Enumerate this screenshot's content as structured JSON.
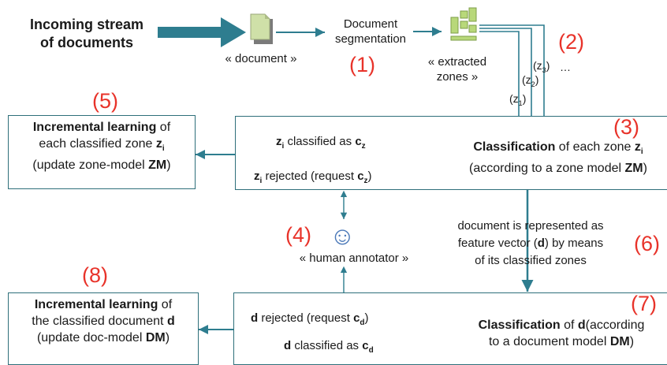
{
  "stream": {
    "line1": "Incoming stream",
    "line2": "of documents"
  },
  "document_label": "« document »",
  "segmentation": {
    "line1": "Document",
    "line2": "segmentation"
  },
  "zones": {
    "line1": "« extracted",
    "line2": "zones »",
    "ellipsis": "…"
  },
  "step_numbers": [
    "(1)",
    "(2)",
    "(3)",
    "(4)",
    "(5)",
    "(6)",
    "(7)",
    "(8)"
  ],
  "zone_box": {
    "classified": {
      "z": "z",
      "i": "i",
      "text": " classified as ",
      "c": "c",
      "sub": "z"
    },
    "rejected": {
      "z": "z",
      "i": "i",
      "text": " rejected (request ",
      "c": "c",
      "sub": "z",
      "close": ")"
    },
    "classification": {
      "bold": "Classification",
      "text1": " of each zone ",
      "z": "z",
      "i": "i",
      "line2a": "(according to a zone model ",
      "model": "ZM",
      "line2b": ")"
    }
  },
  "incr_zone": {
    "bold": "Incremental learning",
    "text1": " of",
    "line2a": "each classified  zone ",
    "z": "z",
    "i": "i",
    "line3a": "(update zone-model ",
    "model": "ZM",
    "line3b": ")"
  },
  "annotator": {
    "smiley": "☺",
    "label": "« human annotator »"
  },
  "feature": {
    "line1": "document is represented as",
    "line2a": "feature vector (",
    "d": "d",
    "line2b": ") by means",
    "line3": "of its classified zones"
  },
  "doc_box": {
    "rejected": {
      "d": "d",
      "text": " rejected (request ",
      "c": "c",
      "sub": "d",
      "close": ")"
    },
    "classified": {
      "d": "d",
      "text": " classified as ",
      "c": "c",
      "sub": "d"
    },
    "classification": {
      "bold": "Classification",
      "text1": " of ",
      "d": "d",
      "text2": "(according",
      "line2a": "to a document model ",
      "model": "DM",
      "line2b": ")"
    }
  },
  "incr_doc": {
    "bold": "Incremental learning",
    "text1": " of",
    "line2a": "the classified document ",
    "d": "d",
    "line3a": "(update doc-model ",
    "model": "DM",
    "line3b": ")"
  },
  "colors": {
    "arrow": "#2e7d8f",
    "number": "#e8332a",
    "doc_icon": "#cfe0a8",
    "zone_icon": "#b8d87a"
  }
}
